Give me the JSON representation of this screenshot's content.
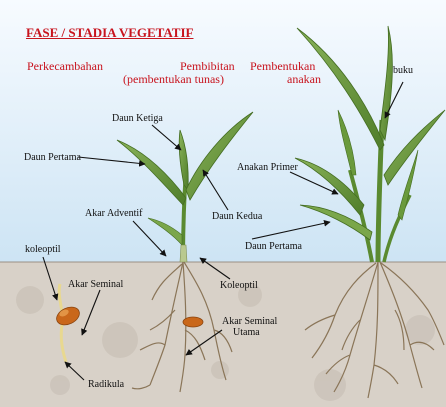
{
  "title": "FASE / STADIA VEGETATIF",
  "phases": {
    "perkecambahan": "Perkecambahan",
    "pembibitan": "Pembibitan",
    "pembentukan": "Pembentukan",
    "pembentukan_tunas": "(pembentukan tunas)",
    "anakan": "anakan"
  },
  "labels": {
    "buku": "buku",
    "daun_ketiga": "Daun Ketiga",
    "daun_pertama_left": "Daun Pertama",
    "anakan_primer": "Anakan Primer",
    "daun_kedua": "Daun Kedua",
    "akar_adventif": "Akar Adventif",
    "daun_pertama_right": "Daun Pertama",
    "koleoptil_left": "koleoptil",
    "akar_seminal": "Akar Seminal",
    "koleoptil_mid": "Koleoptil",
    "akar_seminal_utama_1": "Akar Seminal",
    "akar_seminal_utama_2": "Utama",
    "radikula": "Radikula"
  },
  "colors": {
    "title": "#c8141e",
    "sky_top": "#f7fbff",
    "sky_bottom": "#cde4f4",
    "soil": "#d8d1c8",
    "leaf_dark": "#4f7d2a",
    "leaf_light": "#8bb45a",
    "root": "#8a7558",
    "seed": "#c9671a"
  }
}
